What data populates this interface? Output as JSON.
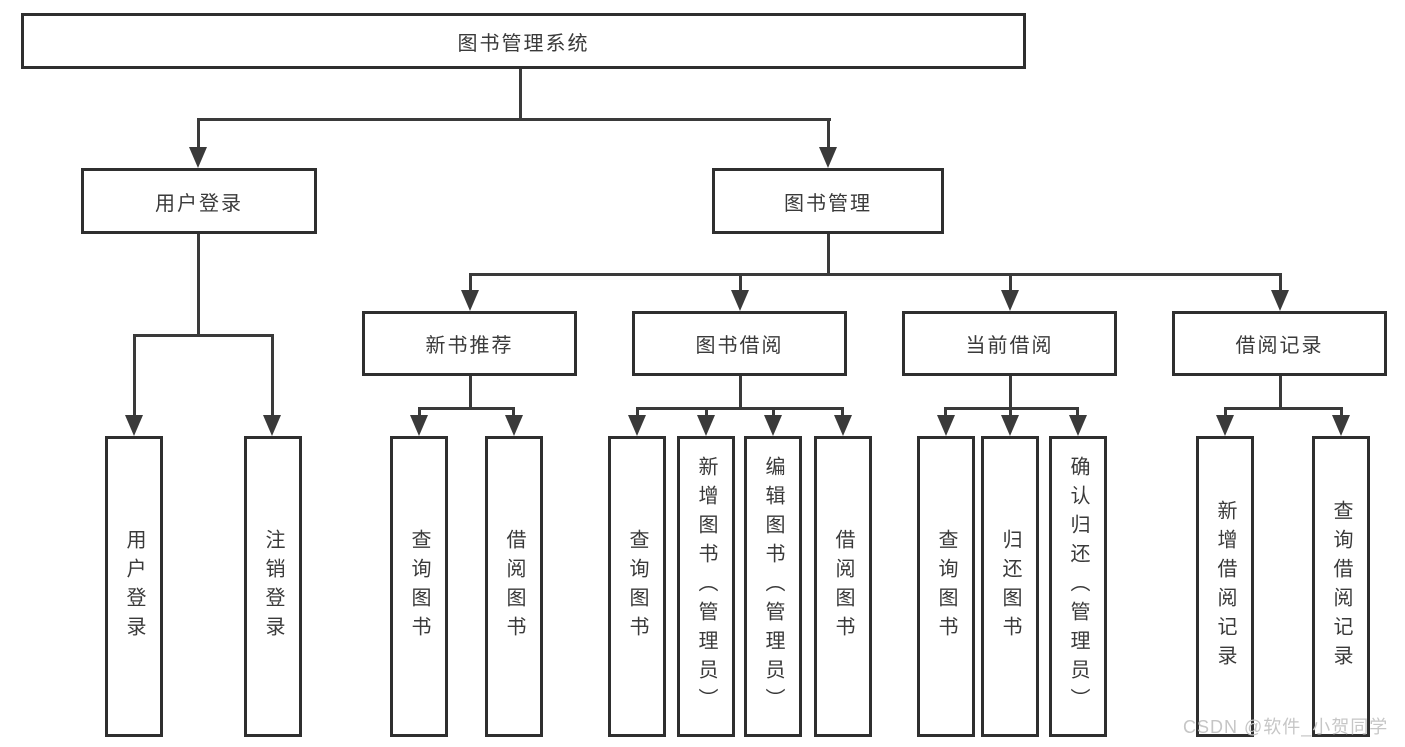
{
  "tree": {
    "root": {
      "label": "图书管理系统"
    },
    "login": {
      "label": "用户登录",
      "children": [
        {
          "label": "用户登录"
        },
        {
          "label": "注销登录"
        }
      ]
    },
    "management": {
      "label": "图书管理",
      "sections": [
        {
          "label": "新书推荐",
          "children": [
            {
              "label": "查询图书"
            },
            {
              "label": "借阅图书"
            }
          ]
        },
        {
          "label": "图书借阅",
          "children": [
            {
              "label": "查询图书"
            },
            {
              "label": "新增图书（管理员）"
            },
            {
              "label": "编辑图书（管理员）"
            },
            {
              "label": "借阅图书"
            }
          ]
        },
        {
          "label": "当前借阅",
          "children": [
            {
              "label": "查询图书"
            },
            {
              "label": "归还图书"
            },
            {
              "label": "确认归还（管理员）"
            }
          ]
        },
        {
          "label": "借阅记录",
          "children": [
            {
              "label": "新增借阅记录"
            },
            {
              "label": "查询借阅记录"
            }
          ]
        }
      ]
    }
  },
  "watermark": {
    "text": "CSDN @软件_小贺同学"
  },
  "colors": {
    "stroke": "#3a3a3a",
    "box_border": "#2f2f2f",
    "text": "#3a3a3a",
    "bg": "#ffffff",
    "watermark": "#c6c6c6"
  }
}
